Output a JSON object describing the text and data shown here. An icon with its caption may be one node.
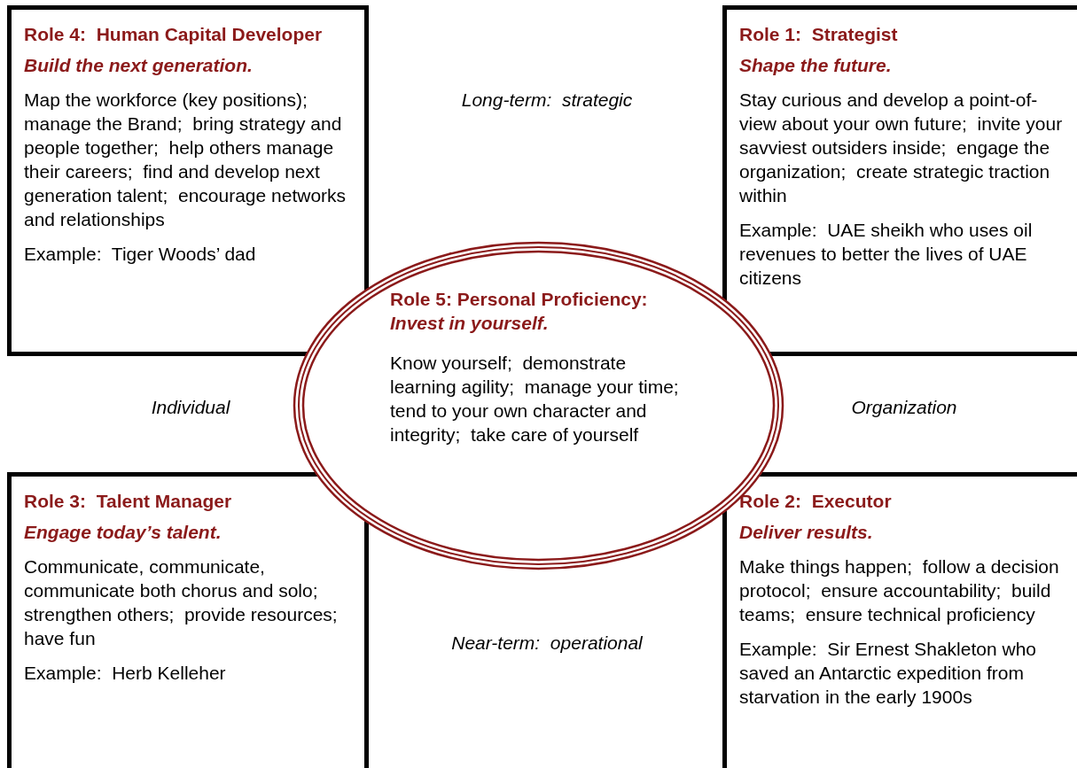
{
  "diagram": {
    "nodes": [
      {
        "text": [
          "Role 4:  Human Capital Developer",
          "Build the next generation.",
          "Map the workforce (key positions);  manage the Brand;  bring strategy and people together;  help others manage their careers;  find and develop next generation talent;  encourage networks and relationships",
          "Example:  Tiger Woods’ dad"
        ]
      },
      {
        "text": [
          "Role 1:  Strategist",
          "Shape the future.",
          "Stay curious and develop a point-of-view about your own future;  invite your savviest outsiders inside;  engage the organization;  create strategic traction within",
          "Example:  UAE sheikh who uses oil revenues to better the lives of UAE citizens"
        ]
      },
      {
        "text": [
          "Role 5: Personal Proficiency:",
          "Invest in yourself.",
          "Know yourself;  demonstrate learning agility;  manage your time;  tend to your own character and integrity;  take care of yourself"
        ]
      },
      {
        "text": [
          "Role 3:  Talent Manager",
          "Engage today’s talent.",
          "Communicate, communicate, communicate both chorus and solo;  strengthen others;  provide resources;  have fun",
          "Example:  Herb Kelleher"
        ]
      },
      {
        "text": [
          "Role 2:  Executor",
          "Deliver results.",
          "Make things happen;  follow a decision protocol;  ensure accountability;  build teams;  ensure technical proficiency",
          "Example:  Sir Ernest Shakleton who saved an Antarctic expedition from starvation in the early 1900s"
        ]
      }
    ],
    "labels": [
      "Long-term:  strategic",
      "Individual",
      "Organization",
      "Near-term:  operational"
    ]
  }
}
